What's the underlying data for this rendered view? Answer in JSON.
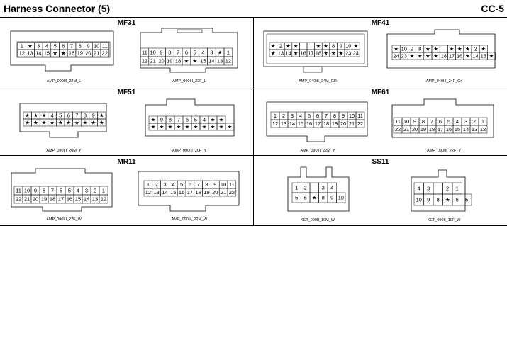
{
  "header": {
    "title": "Harness Connector (5)",
    "page": "CC-5"
  },
  "connectors": {
    "mf31": {
      "title": "MF31",
      "left": {
        "label": "AMP_090III_22M_L",
        "row1": [
          "1",
          "★",
          "3",
          "4",
          "5",
          "6",
          "7",
          "8",
          "9",
          "10",
          "11"
        ],
        "row2": [
          "12",
          "13",
          "14",
          "15",
          "★",
          "★",
          "18",
          "19",
          "20",
          "21",
          "22"
        ]
      },
      "right": {
        "label": "AMP_090III_22F_L",
        "row1": [
          "11",
          "10",
          "9",
          "8",
          "7",
          "6",
          "5",
          "4",
          "3",
          "★",
          "1"
        ],
        "row2": [
          "22",
          "21",
          "20",
          "19",
          "18",
          "★",
          "★",
          "15",
          "14",
          "13",
          "12"
        ]
      }
    },
    "mf41": {
      "title": "MF41",
      "left": {
        "label": "AMP_040III_24M_GR",
        "row1": [
          "★",
          "2",
          "★",
          "★",
          "",
          "",
          "★",
          "★",
          "8",
          "9",
          "10",
          "★"
        ],
        "row2": [
          "★",
          "13",
          "14",
          "★",
          "16",
          "17",
          "18",
          "★",
          "★",
          "★",
          "23",
          "24"
        ]
      },
      "right": {
        "label": "AMP_040III_24F_Gr",
        "row1": [
          "★",
          "10",
          "9",
          "8",
          "★",
          "★",
          "",
          "★",
          "★",
          "★",
          "2",
          "★"
        ],
        "row2": [
          "24",
          "23",
          "★",
          "★",
          "★",
          "★",
          "18",
          "17",
          "16",
          "★",
          "14",
          "13",
          "★"
        ]
      }
    },
    "mf51": {
      "title": "MF51",
      "left": {
        "label": "AMP_090III_20M_Y",
        "row1": [
          "★",
          "★",
          "★",
          "4",
          "5",
          "6",
          "7",
          "8",
          "9",
          "★"
        ],
        "row2": [
          "★",
          "★",
          "★",
          "★",
          "★",
          "★",
          "★",
          "★",
          "★",
          "★"
        ]
      },
      "right": {
        "label": "AMP_090III_20F_Y",
        "row1": [
          "★",
          "9",
          "8",
          "7",
          "6",
          "5",
          "4",
          "★",
          "★"
        ],
        "row2": [
          "★",
          "★",
          "★",
          "★",
          "★",
          "★",
          "★",
          "★",
          "★",
          "★"
        ]
      }
    },
    "mf61": {
      "title": "MF61",
      "left": {
        "label": "AMP_090III_22M_Y",
        "row1": [
          "1",
          "2",
          "3",
          "4",
          "5",
          "6",
          "7",
          "8",
          "9",
          "10",
          "11"
        ],
        "row2": [
          "12",
          "13",
          "14",
          "15",
          "16",
          "17",
          "18",
          "19",
          "20",
          "21",
          "22"
        ]
      },
      "right": {
        "label": "AMP_090III_22F_Y",
        "row1": [
          "11",
          "10",
          "9",
          "8",
          "7",
          "6",
          "5",
          "4",
          "3",
          "2",
          "1"
        ],
        "row2": [
          "22",
          "21",
          "20",
          "19",
          "18",
          "17",
          "16",
          "15",
          "14",
          "13",
          "12"
        ]
      }
    },
    "mr11": {
      "title": "MR11",
      "left": {
        "label": "AMP_090III_22F_W",
        "row1": [
          "11",
          "10",
          "9",
          "8",
          "7",
          "6",
          "5",
          "4",
          "3",
          "2",
          "1"
        ],
        "row2": [
          "22",
          "21",
          "20",
          "19",
          "18",
          "17",
          "16",
          "15",
          "14",
          "13",
          "12"
        ]
      },
      "right": {
        "label": "AMP_090III_22M_W",
        "row1": [
          "1",
          "2",
          "3",
          "4",
          "5",
          "6",
          "7",
          "8",
          "9",
          "10",
          "11"
        ],
        "row2": [
          "12",
          "13",
          "14",
          "15",
          "16",
          "17",
          "18",
          "19",
          "20",
          "21",
          "22"
        ]
      }
    },
    "ss11": {
      "title": "SS11",
      "left": {
        "label": "KET_090II_10M_W",
        "row1": [
          "1",
          "2",
          "",
          "3",
          "4"
        ],
        "row2": [
          "5",
          "6",
          "★",
          "8",
          "9",
          "10"
        ]
      },
      "right": {
        "label": "KET_090II_10F_W",
        "row1": [
          "4",
          "3",
          "",
          "2",
          "1"
        ],
        "row2": [
          "10",
          "9",
          "8",
          "★",
          "6",
          "5"
        ]
      }
    }
  }
}
